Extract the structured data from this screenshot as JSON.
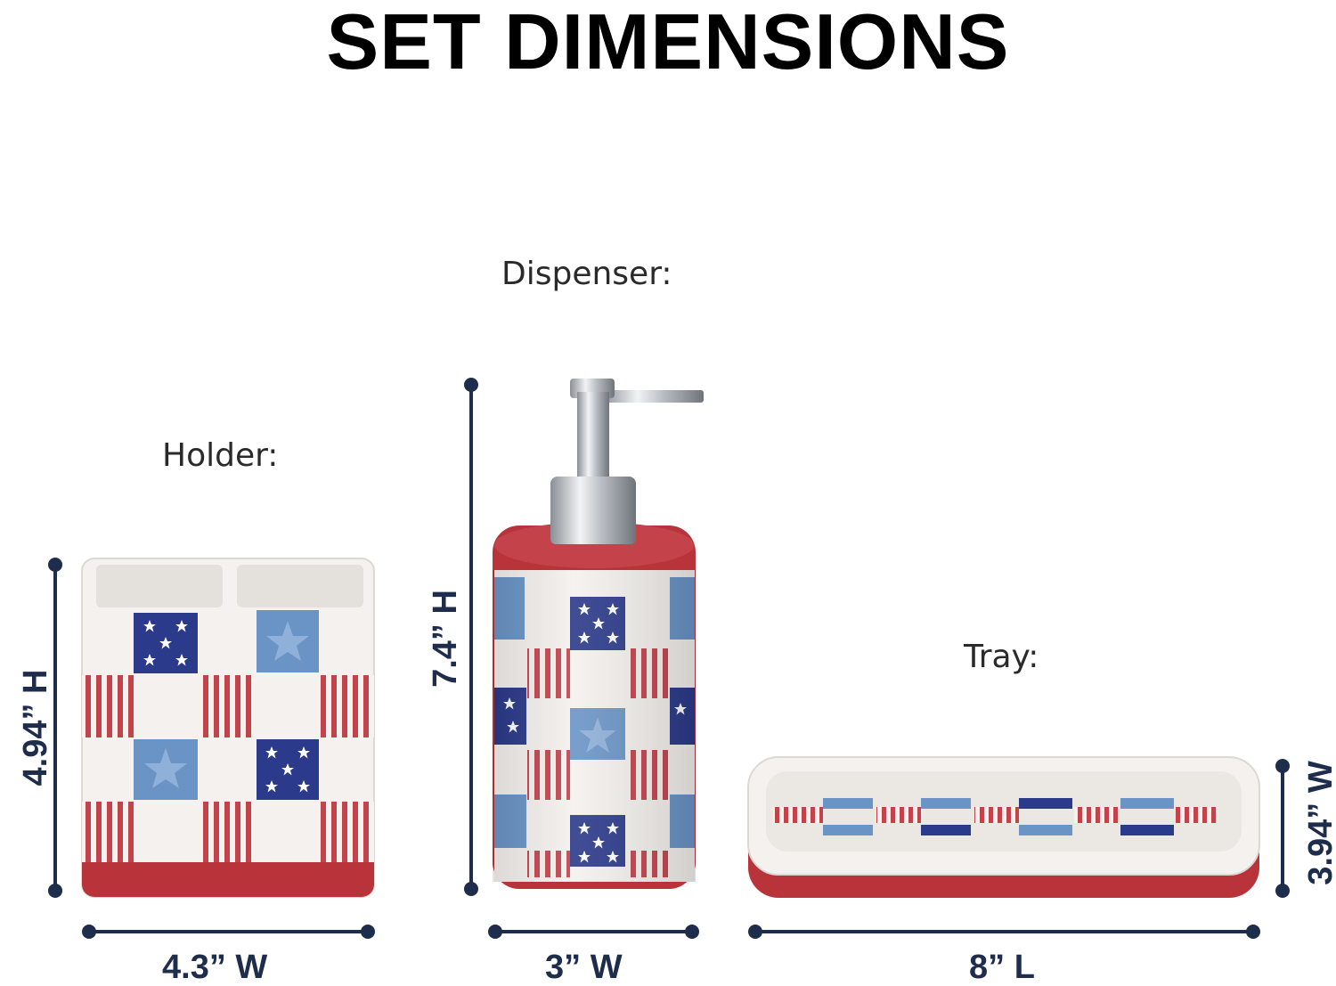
{
  "title": "SET DIMENSIONS",
  "products": {
    "holder": {
      "label": "Holder:",
      "height": "4.94” H",
      "width": "4.3” W"
    },
    "dispenser": {
      "label": "Dispenser:",
      "height": "7.4” H",
      "width": "3” W"
    },
    "tray": {
      "label": "Tray:",
      "width": "3.94” W",
      "length": "8” L"
    }
  },
  "colors": {
    "navy": "#1f2d4d",
    "red": "#b8333a",
    "blue_patch": "#2b3a8a",
    "light_blue_patch": "#6a94c6",
    "ceramic": "#f4f1ee",
    "chrome": "#c9ccd1"
  }
}
